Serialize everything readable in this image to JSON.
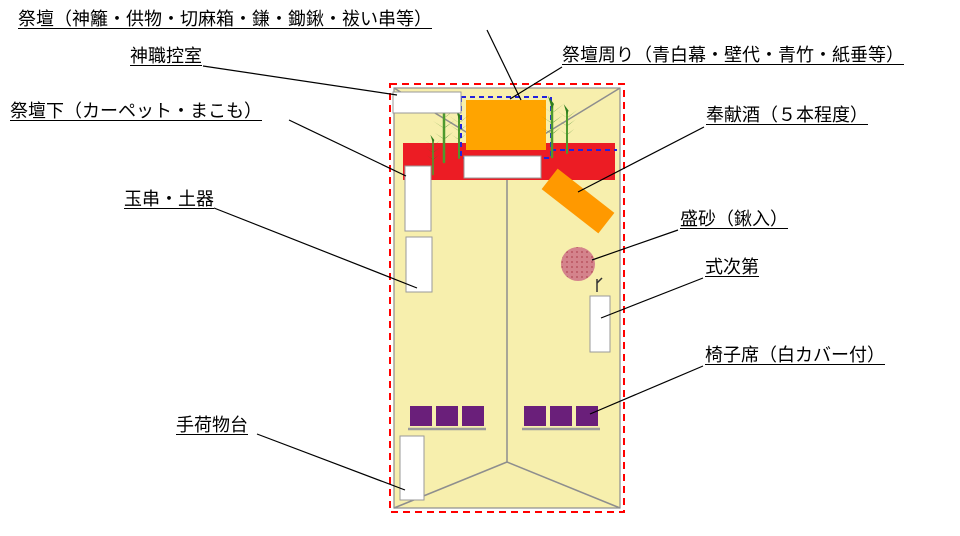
{
  "labels": {
    "altar": "祭壇（神籬・供物・切麻箱・鎌・鋤鍬・祓い串等）",
    "priest_room": "神職控室",
    "altar_surround": "祭壇周り（青白幕・壁代・青竹・紙垂等）",
    "under_altar": "祭壇下（カーペット・まこも）",
    "sake": "奉献酒（５本程度）",
    "tamagushi": "玉串・土器",
    "sand_mound": "盛砂（鍬入）",
    "program": "式次第",
    "chairs": "椅子席（白カバー付）",
    "luggage": "手荷物台"
  },
  "colors": {
    "background": "#FFFFFF",
    "venue_fill": "#F7EFAD",
    "venue_edge": "#8E8E8E",
    "boundary_red": "#FF0000",
    "roof_line": "#8E8E8E",
    "altar_orange": "#FFA400",
    "carpet_red": "#EC1C24",
    "surround_blue": "#2222DD",
    "sake_orange": "#FF9900",
    "sand_pink": "#D4838C",
    "sand_dot": "#B95560",
    "chair_purple": "#6A1F7A",
    "chair_base": "#9B9B9B",
    "bamboo_stem": "#4E9A2E",
    "bamboo_leaf": "#2E7D1F",
    "table_fill": "#FFFFFF",
    "table_edge": "#9A9A9A",
    "leader_line": "#000000"
  }
}
